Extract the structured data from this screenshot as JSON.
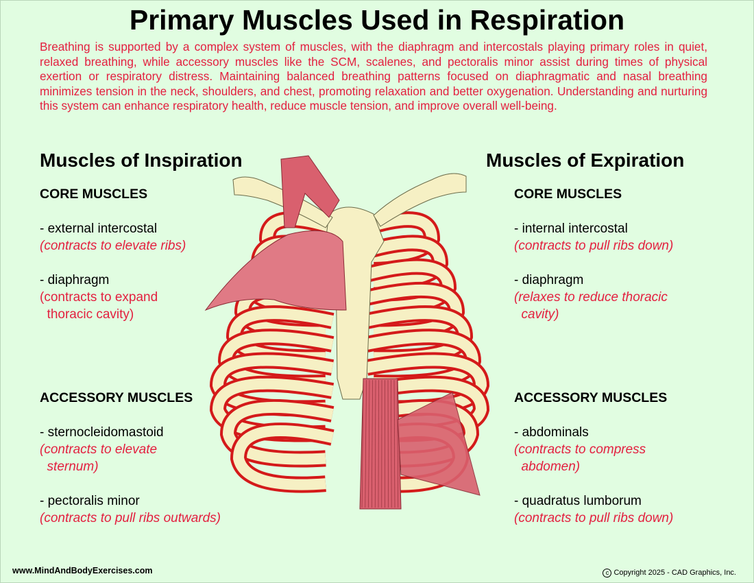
{
  "title": "Primary Muscles Used in Respiration",
  "intro": "Breathing is supported by a complex system of muscles, with the diaphragm and intercostals playing primary roles in quiet, relaxed breathing, while accessory muscles like the SCM, scalenes, and pectoralis minor assist during times of physical exertion or respiratory distress. Maintaining balanced breathing patterns focused on diaphragmatic and nasal breathing minimizes tension in the neck, shoulders, and chest, promoting relaxation and better oxygenation. Understanding and nurturing this system can enhance respiratory health, reduce muscle tension, and improve overall well-being.",
  "inspiration": {
    "heading": "Muscles of Inspiration",
    "core_label": "CORE MUSCLES",
    "core": [
      {
        "name": "- external intercostal",
        "note": "(contracts to elevate ribs)"
      },
      {
        "name": "- diaphragm",
        "note": "(contracts to expand\n  thoracic cavity)"
      }
    ],
    "accessory_label": "ACCESSORY MUSCLES",
    "accessory": [
      {
        "name": "- sternocleidomastoid",
        "note": "(contracts to elevate\n  sternum)"
      },
      {
        "name": "- pectoralis minor",
        "note": "(contracts to pull ribs outwards)"
      }
    ]
  },
  "expiration": {
    "heading": "Muscles of Expiration",
    "core_label": "CORE MUSCLES",
    "core": [
      {
        "name": "- internal intercostal",
        "note": "(contracts to pull ribs down)"
      },
      {
        "name": "- diaphragm",
        "note": "(relaxes to reduce thoracic\n  cavity)"
      }
    ],
    "accessory_label": "ACCESSORY MUSCLES",
    "accessory": [
      {
        "name": "- abdominals",
        "note": "(contracts to compress\n  abdomen)"
      },
      {
        "name": "- quadratus lumborum",
        "note": "(contracts to pull ribs down)"
      }
    ]
  },
  "footer": {
    "website": "www.MindAndBodyExercises.com",
    "copyright_symbol": "c",
    "copyright": "Copyright 2025 - CAD Graphics, Inc."
  },
  "colors": {
    "background": "#e1fde1",
    "accent_text": "#e3203f",
    "bone": "#f6f0c4",
    "muscle": "#d9606e",
    "intercostal": "#d41a1a"
  }
}
